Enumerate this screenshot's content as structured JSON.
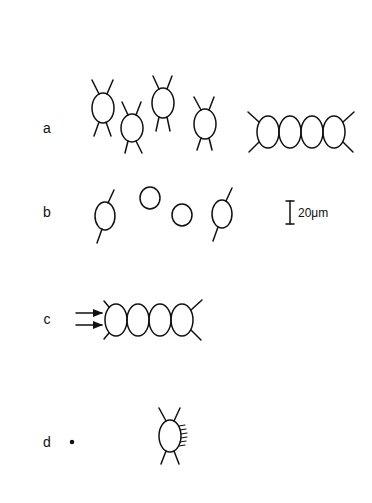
{
  "diagram": {
    "labels": [
      "a",
      "b",
      "c",
      "d",
      "20μm"
    ]
  }
}
